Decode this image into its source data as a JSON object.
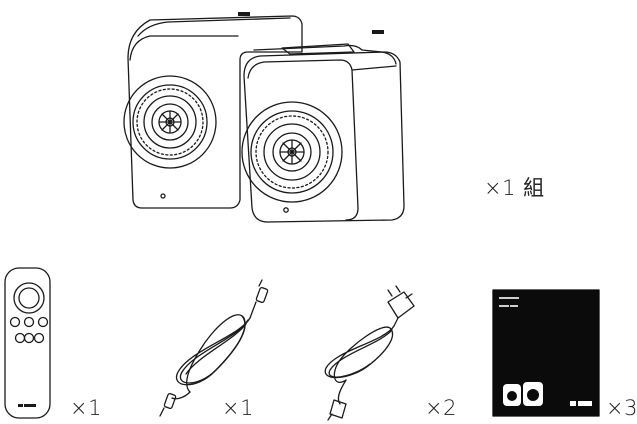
{
  "speakers": {
    "quantity": "×1 組"
  },
  "accessories": [
    {
      "item": "remote-control",
      "quantity": "×1",
      "logo": "KEF"
    },
    {
      "item": "speaker-cable",
      "quantity": "×1"
    },
    {
      "item": "power-cord",
      "quantity": "×2"
    },
    {
      "item": "quick-start-guide",
      "quantity": "×3",
      "logo": "KEF"
    }
  ]
}
